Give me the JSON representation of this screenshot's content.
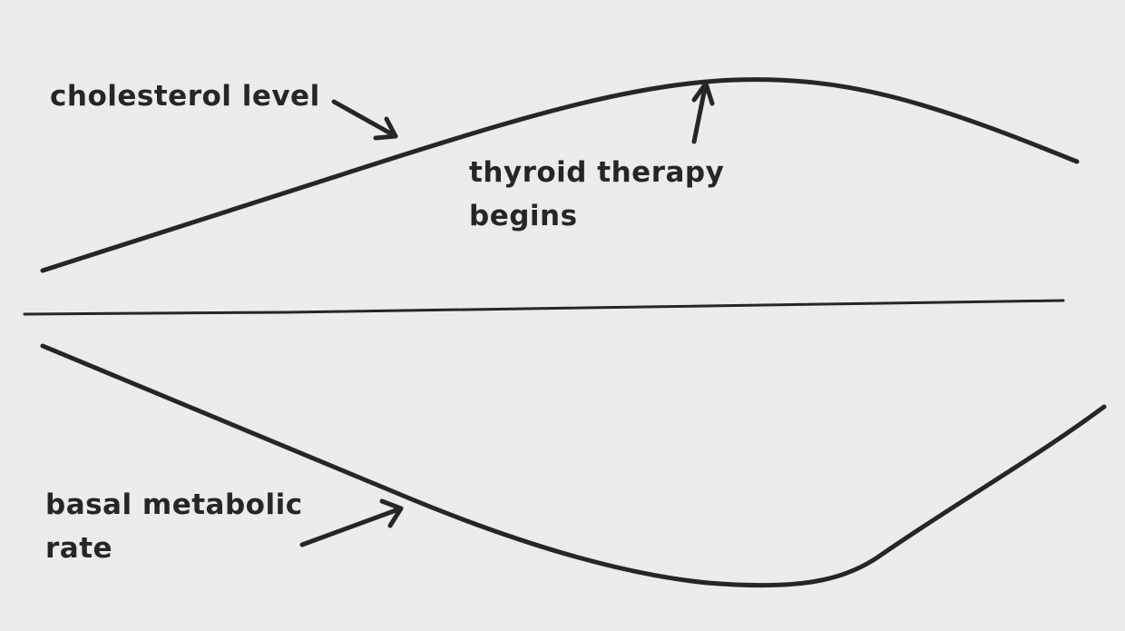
{
  "diagram": {
    "colors": {
      "background": "#eeeeee",
      "ink": "#262626"
    },
    "labels": {
      "cholesterol": "cholesterol level",
      "thyroid_line1": "thyroid therapy",
      "thyroid_line2": "begins",
      "bmr_line1": "basal metabolic",
      "bmr_line2": "rate"
    },
    "curves": [
      {
        "id": "cholesterol-level-curve",
        "trend": "rises, peaks after therapy begins, then falls"
      },
      {
        "id": "baseline",
        "trend": "flat"
      },
      {
        "id": "basal-metabolic-rate-curve",
        "trend": "falls, bottoms out after therapy begins, then rises"
      }
    ]
  }
}
